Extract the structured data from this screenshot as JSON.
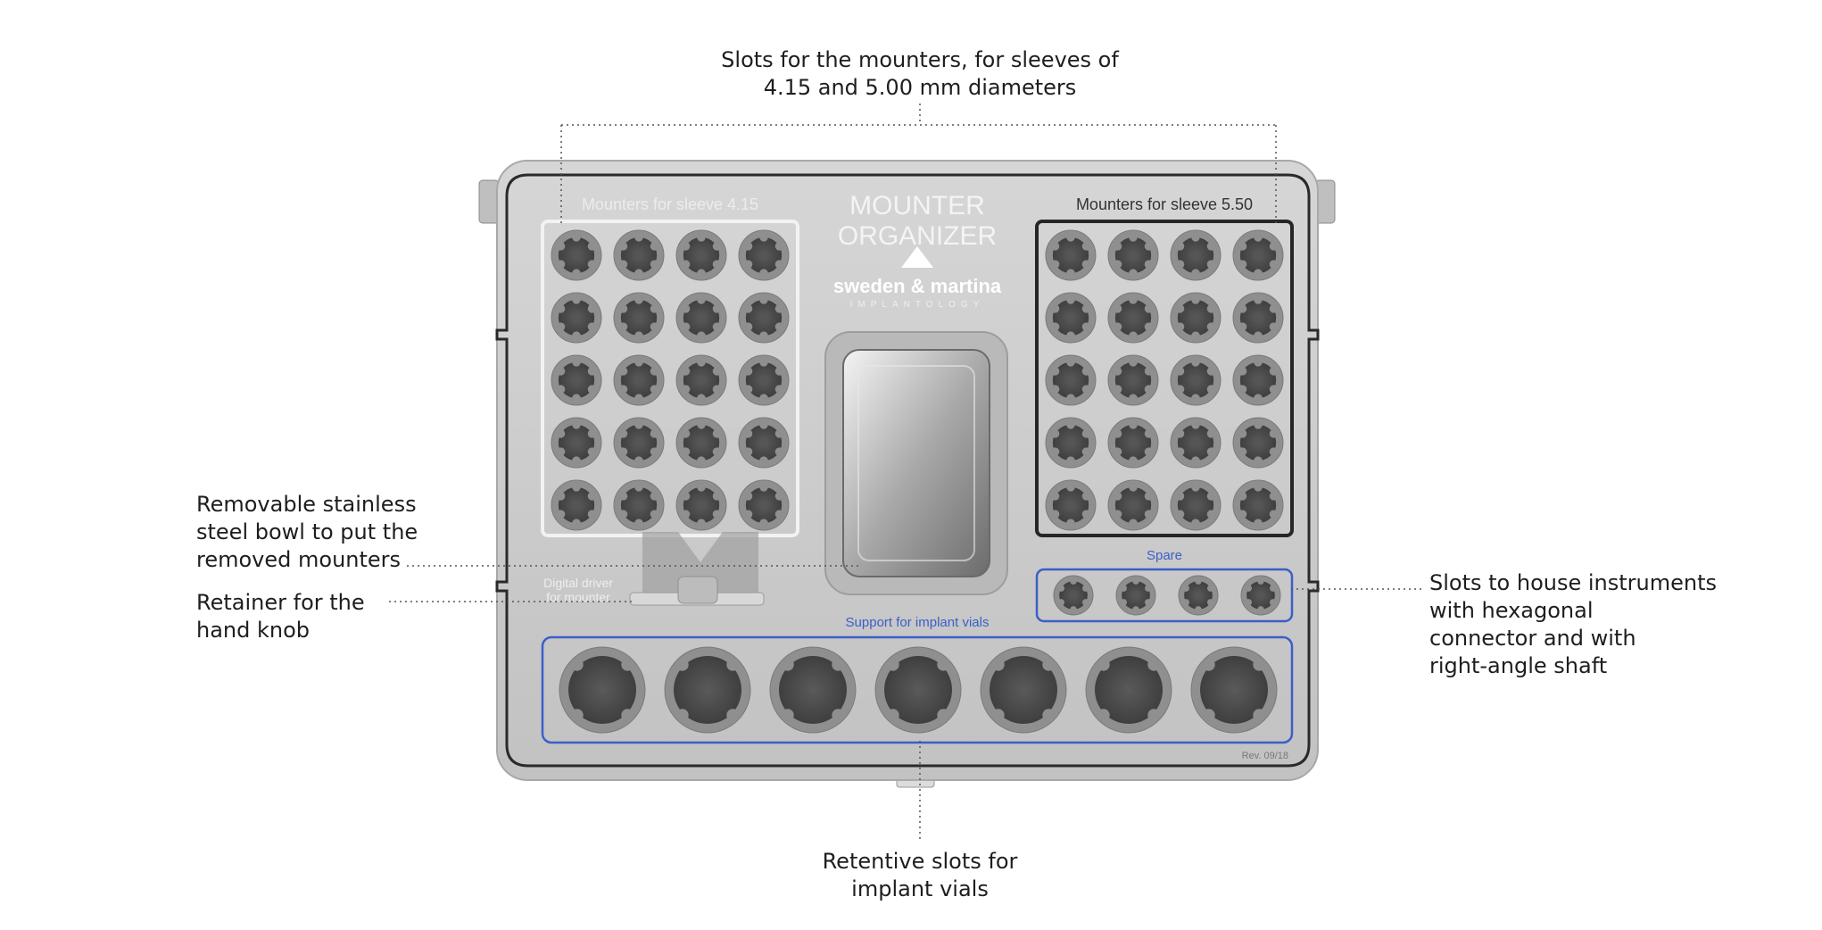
{
  "callouts": {
    "top_mounter_slots": {
      "lines": [
        "Slots for the mounters, for sleeves of",
        "4.15 and 5.00 mm diameters"
      ]
    },
    "bowl": {
      "lines": [
        "Removable stainless",
        "steel bowl to put the",
        "removed mounters"
      ]
    },
    "retainer": {
      "lines": [
        "Retainer for the",
        "hand knob"
      ]
    },
    "hex_slots": {
      "lines": [
        "Slots to house instruments",
        "with hexagonal",
        "connector and with",
        "right-angle shaft"
      ]
    },
    "vial_slots": {
      "lines": [
        "Retentive slots for",
        "implant vials"
      ]
    }
  },
  "tray": {
    "title_line1": "MOUNTER",
    "title_line2": "ORGANIZER",
    "brand_name": "sweden & martina",
    "brand_sub": "IMPLANTOLOGY",
    "left_panel_label": "Mounters for sleeve 4.15",
    "right_panel_label": "Mounters for sleeve 5.50",
    "spare_label": "Spare",
    "vials_label": "Support for implant vials",
    "driver_label_1": "Digital driver",
    "driver_label_2": "for mounter",
    "revision": "Rev. 09/18"
  },
  "colors": {
    "tray_body": "#c9c9c9",
    "tray_edge": "#2a2a2a",
    "slot_outer": "#8f8f8f",
    "slot_inner": "#4b4b4b",
    "blue_frame": "#3a5fc8",
    "white_frame": "#f2f2f2",
    "dark_frame": "#262626"
  }
}
